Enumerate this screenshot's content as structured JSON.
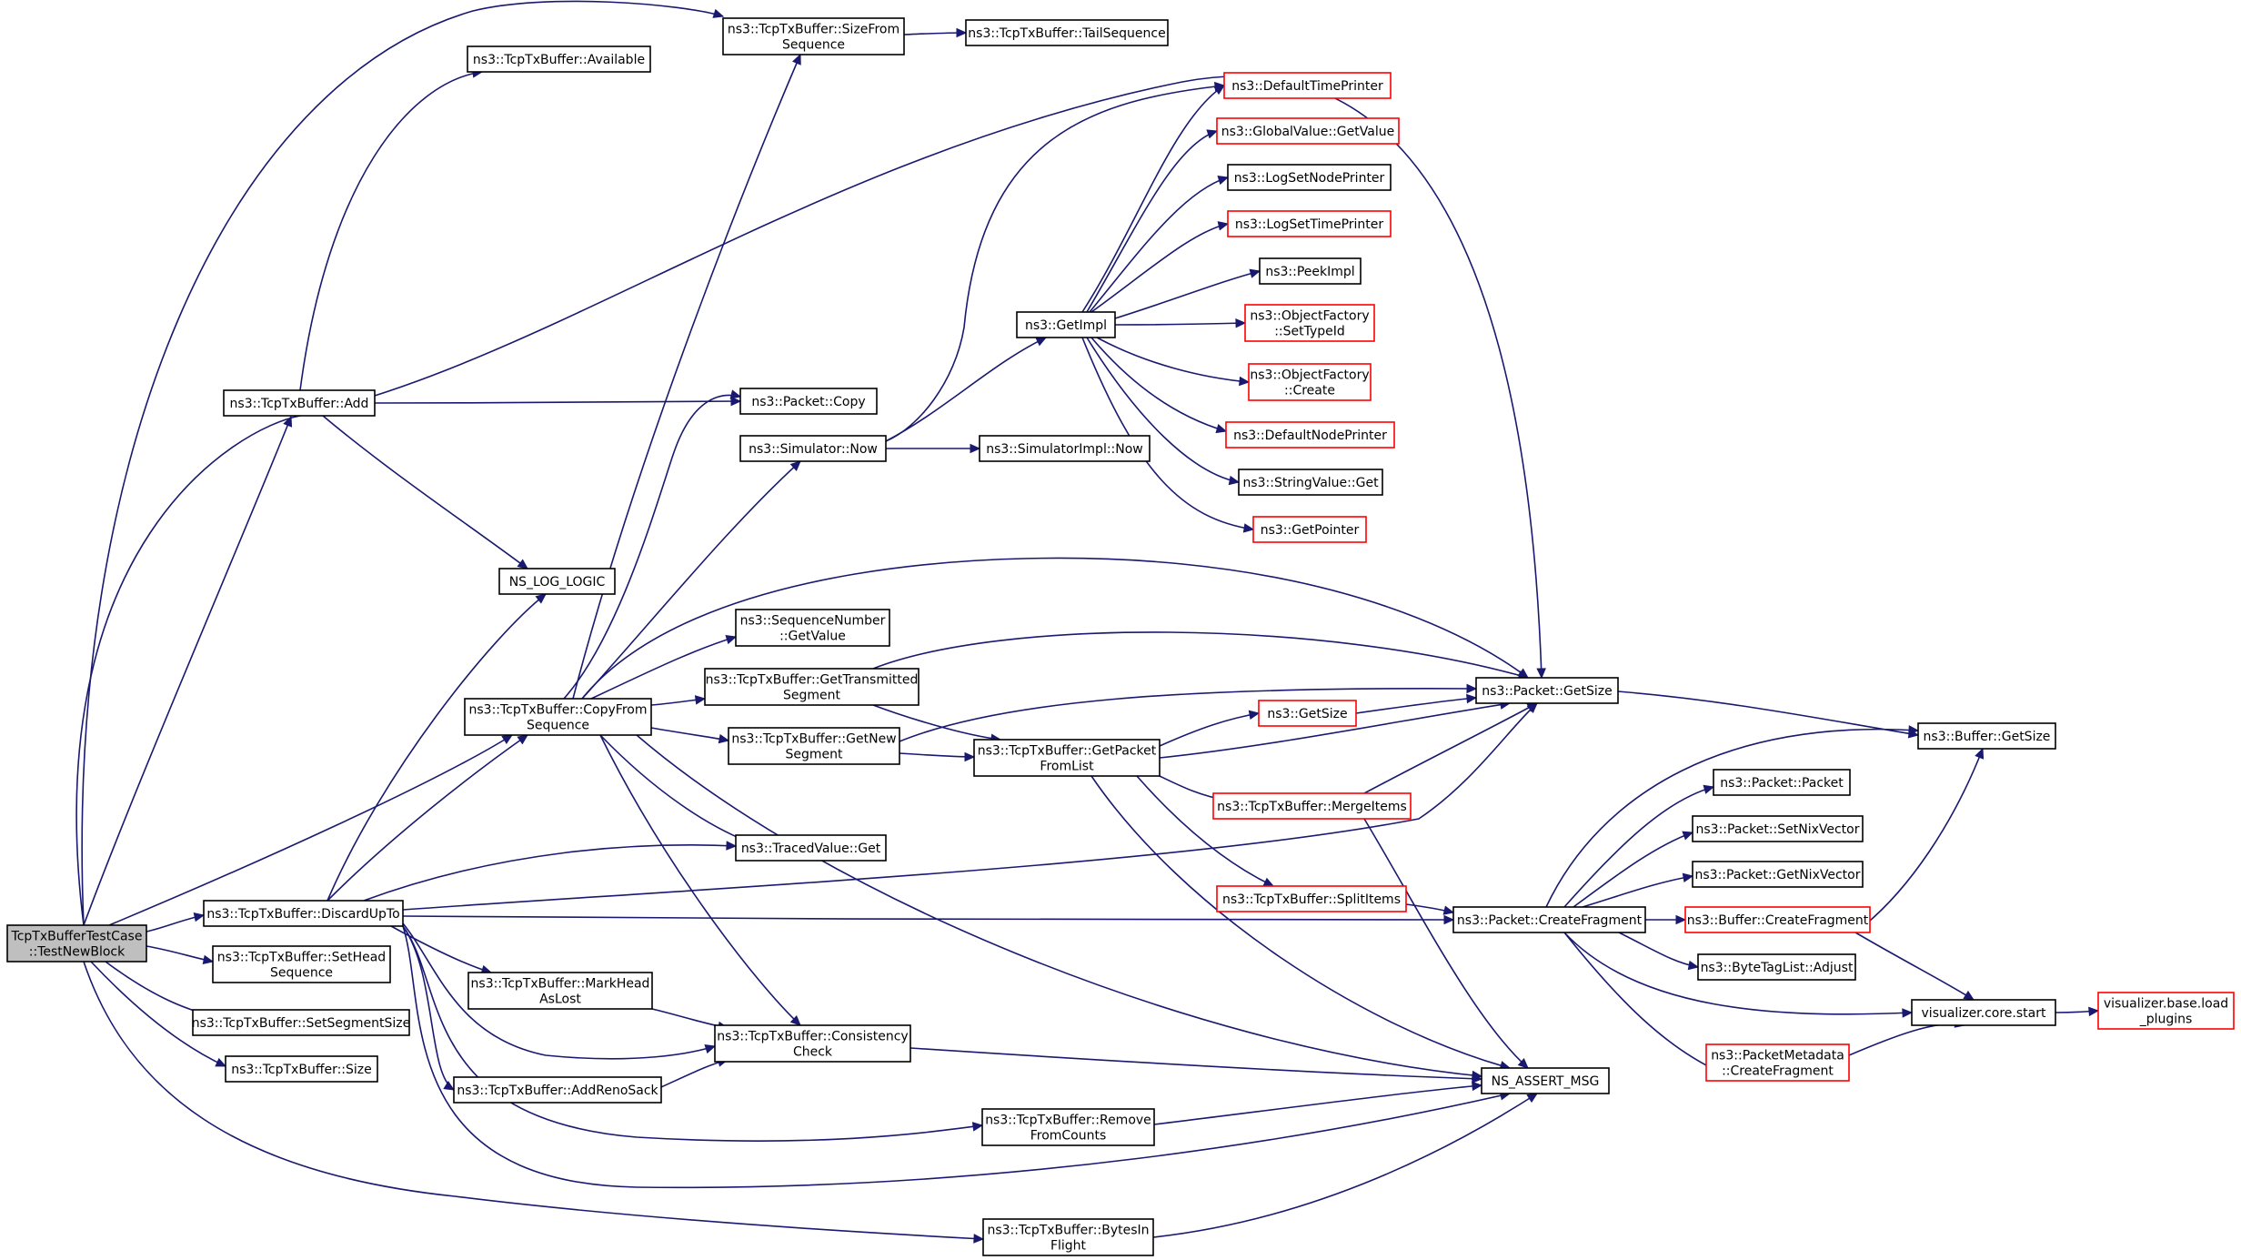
{
  "graph": {
    "edge_color": "#191970",
    "node_border_default": "#000000",
    "node_border_truncated": "#ff0000",
    "root_fill": "#bfbfbf",
    "nodes": [
      {
        "id": "root",
        "lines": [
          "TcpTxBufferTestCase",
          "::TestNewBlock"
        ],
        "style": "root"
      },
      {
        "id": "add",
        "lines": [
          "ns3::TcpTxBuffer::Add"
        ],
        "style": "black"
      },
      {
        "id": "available",
        "lines": [
          "ns3::TcpTxBuffer::Available"
        ],
        "style": "black"
      },
      {
        "id": "sizefrom",
        "lines": [
          "ns3::TcpTxBuffer::SizeFrom",
          "Sequence"
        ],
        "style": "black"
      },
      {
        "id": "tailseq",
        "lines": [
          "ns3::TcpTxBuffer::TailSequence"
        ],
        "style": "black"
      },
      {
        "id": "pktcopy",
        "lines": [
          "ns3::Packet::Copy"
        ],
        "style": "black"
      },
      {
        "id": "simnow",
        "lines": [
          "ns3::Simulator::Now"
        ],
        "style": "black"
      },
      {
        "id": "simimplnow",
        "lines": [
          "ns3::SimulatorImpl::Now"
        ],
        "style": "black"
      },
      {
        "id": "getimpl",
        "lines": [
          "ns3::GetImpl"
        ],
        "style": "black"
      },
      {
        "id": "deftimeprinter",
        "lines": [
          "ns3::DefaultTimePrinter"
        ],
        "style": "red"
      },
      {
        "id": "gvgetvalue",
        "lines": [
          "ns3::GlobalValue::GetValue"
        ],
        "style": "red"
      },
      {
        "id": "logsetnode",
        "lines": [
          "ns3::LogSetNodePrinter"
        ],
        "style": "black"
      },
      {
        "id": "logsettime",
        "lines": [
          "ns3::LogSetTimePrinter"
        ],
        "style": "red"
      },
      {
        "id": "peekimpl",
        "lines": [
          "ns3::PeekImpl"
        ],
        "style": "black"
      },
      {
        "id": "ofsettypeid",
        "lines": [
          "ns3::ObjectFactory",
          "::SetTypeId"
        ],
        "style": "red"
      },
      {
        "id": "ofcreate",
        "lines": [
          "ns3::ObjectFactory",
          "::Create"
        ],
        "style": "red"
      },
      {
        "id": "defnodeprinter",
        "lines": [
          "ns3::DefaultNodePrinter"
        ],
        "style": "red"
      },
      {
        "id": "strvalget",
        "lines": [
          "ns3::StringValue::Get"
        ],
        "style": "black"
      },
      {
        "id": "getpointer",
        "lines": [
          "ns3::GetPointer"
        ],
        "style": "red"
      },
      {
        "id": "nslog",
        "lines": [
          "NS_LOG_LOGIC"
        ],
        "style": "black"
      },
      {
        "id": "seqgetvalue",
        "lines": [
          "ns3::SequenceNumber",
          "::GetValue"
        ],
        "style": "black"
      },
      {
        "id": "copyfrom",
        "lines": [
          "ns3::TcpTxBuffer::CopyFrom",
          "Sequence"
        ],
        "style": "black"
      },
      {
        "id": "gettrans",
        "lines": [
          "ns3::TcpTxBuffer::GetTransmitted",
          "Segment"
        ],
        "style": "black"
      },
      {
        "id": "getnew",
        "lines": [
          "ns3::TcpTxBuffer::GetNew",
          "Segment"
        ],
        "style": "black"
      },
      {
        "id": "getpacket",
        "lines": [
          "ns3::TcpTxBuffer::GetPacket",
          "FromList"
        ],
        "style": "black"
      },
      {
        "id": "pktgetsize",
        "lines": [
          "ns3::Packet::GetSize"
        ],
        "style": "black"
      },
      {
        "id": "getsize",
        "lines": [
          "ns3::GetSize"
        ],
        "style": "red"
      },
      {
        "id": "bufgetsize",
        "lines": [
          "ns3::Buffer::GetSize"
        ],
        "style": "black"
      },
      {
        "id": "mergeitems",
        "lines": [
          "ns3::TcpTxBuffer::MergeItems"
        ],
        "style": "red"
      },
      {
        "id": "tracedget",
        "lines": [
          "ns3::TracedValue::Get"
        ],
        "style": "black"
      },
      {
        "id": "discard",
        "lines": [
          "ns3::TcpTxBuffer::DiscardUpTo"
        ],
        "style": "black"
      },
      {
        "id": "splititems",
        "lines": [
          "ns3::TcpTxBuffer::SplitItems"
        ],
        "style": "red"
      },
      {
        "id": "createfrag",
        "lines": [
          "ns3::Packet::CreateFragment"
        ],
        "style": "black"
      },
      {
        "id": "pktpacket",
        "lines": [
          "ns3::Packet::Packet"
        ],
        "style": "black"
      },
      {
        "id": "setnix",
        "lines": [
          "ns3::Packet::SetNixVector"
        ],
        "style": "black"
      },
      {
        "id": "getnix",
        "lines": [
          "ns3::Packet::GetNixVector"
        ],
        "style": "black"
      },
      {
        "id": "bufcreatefrag",
        "lines": [
          "ns3::Buffer::CreateFragment"
        ],
        "style": "red"
      },
      {
        "id": "bytetag",
        "lines": [
          "ns3::ByteTagList::Adjust"
        ],
        "style": "black"
      },
      {
        "id": "vizstart",
        "lines": [
          "visualizer.core.start"
        ],
        "style": "black"
      },
      {
        "id": "vizload",
        "lines": [
          "visualizer.base.load",
          "_plugins"
        ],
        "style": "red"
      },
      {
        "id": "pmcreatefrag",
        "lines": [
          "ns3::PacketMetadata",
          "::CreateFragment"
        ],
        "style": "red"
      },
      {
        "id": "sethead",
        "lines": [
          "ns3::TcpTxBuffer::SetHead",
          "Sequence"
        ],
        "style": "black"
      },
      {
        "id": "setseg",
        "lines": [
          "ns3::TcpTxBuffer::SetSegmentSize"
        ],
        "style": "black"
      },
      {
        "id": "size",
        "lines": [
          "ns3::TcpTxBuffer::Size"
        ],
        "style": "black"
      },
      {
        "id": "markhead",
        "lines": [
          "ns3::TcpTxBuffer::MarkHead",
          "AsLost"
        ],
        "style": "black"
      },
      {
        "id": "consistency",
        "lines": [
          "ns3::TcpTxBuffer::Consistency",
          "Check"
        ],
        "style": "black"
      },
      {
        "id": "addreno",
        "lines": [
          "ns3::TcpTxBuffer::AddRenoSack"
        ],
        "style": "black"
      },
      {
        "id": "nsassert",
        "lines": [
          "NS_ASSERT_MSG"
        ],
        "style": "black"
      },
      {
        "id": "removefrom",
        "lines": [
          "ns3::TcpTxBuffer::Remove",
          "FromCounts"
        ],
        "style": "black"
      },
      {
        "id": "bytesin",
        "lines": [
          "ns3::TcpTxBuffer::BytesIn",
          "Flight"
        ],
        "style": "black"
      }
    ],
    "edges": [
      {
        "from": "root",
        "to": "add"
      },
      {
        "from": "root",
        "to": "sizefrom"
      },
      {
        "from": "root",
        "to": "pktgetsize"
      },
      {
        "from": "root",
        "to": "copyfrom"
      },
      {
        "from": "root",
        "to": "discard"
      },
      {
        "from": "root",
        "to": "sethead"
      },
      {
        "from": "root",
        "to": "setseg"
      },
      {
        "from": "root",
        "to": "size"
      },
      {
        "from": "root",
        "to": "bytesin"
      },
      {
        "from": "add",
        "to": "available"
      },
      {
        "from": "add",
        "to": "pktcopy"
      },
      {
        "from": "add",
        "to": "nslog"
      },
      {
        "from": "sizefrom",
        "to": "tailseq"
      },
      {
        "from": "copyfrom",
        "to": "sizefrom"
      },
      {
        "from": "copyfrom",
        "to": "pktcopy"
      },
      {
        "from": "copyfrom",
        "to": "simnow"
      },
      {
        "from": "copyfrom",
        "to": "pktgetsize"
      },
      {
        "from": "copyfrom",
        "to": "seqgetvalue"
      },
      {
        "from": "copyfrom",
        "to": "gettrans"
      },
      {
        "from": "copyfrom",
        "to": "getnew"
      },
      {
        "from": "copyfrom",
        "to": "tracedget"
      },
      {
        "from": "copyfrom",
        "to": "consistency"
      },
      {
        "from": "copyfrom",
        "to": "nsassert"
      },
      {
        "from": "simnow",
        "to": "getimpl"
      },
      {
        "from": "simnow",
        "to": "simimplnow"
      },
      {
        "from": "simnow",
        "to": "deftimeprinter"
      },
      {
        "from": "getimpl",
        "to": "deftimeprinter"
      },
      {
        "from": "getimpl",
        "to": "gvgetvalue"
      },
      {
        "from": "getimpl",
        "to": "logsetnode"
      },
      {
        "from": "getimpl",
        "to": "logsettime"
      },
      {
        "from": "getimpl",
        "to": "peekimpl"
      },
      {
        "from": "getimpl",
        "to": "ofsettypeid"
      },
      {
        "from": "getimpl",
        "to": "ofcreate"
      },
      {
        "from": "getimpl",
        "to": "defnodeprinter"
      },
      {
        "from": "getimpl",
        "to": "strvalget"
      },
      {
        "from": "getimpl",
        "to": "getpointer"
      },
      {
        "from": "gettrans",
        "to": "pktgetsize"
      },
      {
        "from": "gettrans",
        "to": "getpacket"
      },
      {
        "from": "getnew",
        "to": "pktgetsize"
      },
      {
        "from": "getnew",
        "to": "getpacket"
      },
      {
        "from": "getpacket",
        "to": "getsize"
      },
      {
        "from": "getpacket",
        "to": "pktgetsize"
      },
      {
        "from": "getpacket",
        "to": "mergeitems"
      },
      {
        "from": "getpacket",
        "to": "splititems"
      },
      {
        "from": "getpacket",
        "to": "nsassert"
      },
      {
        "from": "getsize",
        "to": "pktgetsize"
      },
      {
        "from": "mergeitems",
        "to": "pktgetsize"
      },
      {
        "from": "mergeitems",
        "to": "nsassert"
      },
      {
        "from": "pktgetsize",
        "to": "bufgetsize"
      },
      {
        "from": "splititems",
        "to": "createfrag"
      },
      {
        "from": "discard",
        "to": "nslog"
      },
      {
        "from": "discard",
        "to": "copyfrom"
      },
      {
        "from": "discard",
        "to": "tracedget"
      },
      {
        "from": "discard",
        "to": "pktgetsize"
      },
      {
        "from": "discard",
        "to": "createfrag"
      },
      {
        "from": "discard",
        "to": "markhead"
      },
      {
        "from": "discard",
        "to": "consistency"
      },
      {
        "from": "discard",
        "to": "addreno"
      },
      {
        "from": "discard",
        "to": "removefrom"
      },
      {
        "from": "discard",
        "to": "nsassert"
      },
      {
        "from": "createfrag",
        "to": "bufgetsize"
      },
      {
        "from": "createfrag",
        "to": "pktpacket"
      },
      {
        "from": "createfrag",
        "to": "setnix"
      },
      {
        "from": "createfrag",
        "to": "getnix"
      },
      {
        "from": "createfrag",
        "to": "bufcreatefrag"
      },
      {
        "from": "createfrag",
        "to": "bytetag"
      },
      {
        "from": "createfrag",
        "to": "vizstart"
      },
      {
        "from": "createfrag",
        "to": "pmcreatefrag"
      },
      {
        "from": "bufcreatefrag",
        "to": "bufgetsize"
      },
      {
        "from": "bufcreatefrag",
        "to": "vizstart"
      },
      {
        "from": "pmcreatefrag",
        "to": "vizstart"
      },
      {
        "from": "vizstart",
        "to": "vizload"
      },
      {
        "from": "markhead",
        "to": "consistency"
      },
      {
        "from": "addreno",
        "to": "consistency"
      },
      {
        "from": "consistency",
        "to": "nsassert"
      },
      {
        "from": "removefrom",
        "to": "nsassert"
      },
      {
        "from": "bytesin",
        "to": "nsassert"
      }
    ]
  }
}
